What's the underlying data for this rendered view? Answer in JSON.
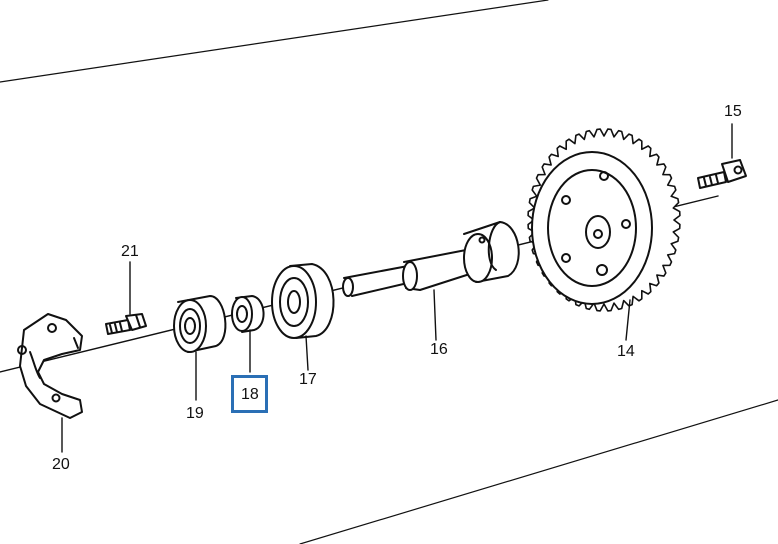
{
  "parts": [
    {
      "id": "p15",
      "label": "15",
      "name": "bolt"
    },
    {
      "id": "p14",
      "label": "14",
      "name": "gear"
    },
    {
      "id": "p16",
      "label": "16",
      "name": "shaft"
    },
    {
      "id": "p17",
      "label": "17",
      "name": "bearing"
    },
    {
      "id": "p18",
      "label": "18",
      "name": "spacer-ring"
    },
    {
      "id": "p19",
      "label": "19",
      "name": "bearing"
    },
    {
      "id": "p20",
      "label": "20",
      "name": "bracket"
    },
    {
      "id": "p21",
      "label": "21",
      "name": "bolt"
    }
  ],
  "highlight": {
    "label": "18",
    "color": "#2a6fb5"
  }
}
